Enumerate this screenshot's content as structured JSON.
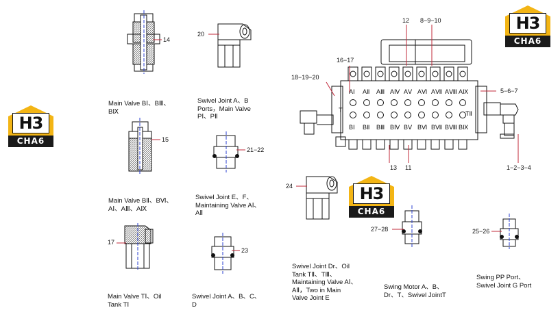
{
  "brand": {
    "logo_top": "H3",
    "logo_bottom": "CHA6",
    "colors": {
      "yellow": "#f3b515",
      "dark": "#1a1a1a",
      "axis": "#2a3fd1",
      "leader": "#c2283a"
    }
  },
  "parts": {
    "p14": {
      "number": "14",
      "caption": "Main Valve BⅠ、BⅢ、\nBⅨ"
    },
    "p15": {
      "number": "15",
      "caption": "Main Valve BⅡ、BⅥ、\nAⅠ、AⅢ、AⅨ"
    },
    "p17": {
      "number": "17",
      "caption": "Main Valve TⅠ、Oil\nTank TⅠ"
    },
    "p20": {
      "number": "20",
      "caption": "Swivel Joint A、B\nPorts，Main Valve\nPⅠ、PⅡ"
    },
    "p21": {
      "number": "21−22",
      "caption": "Swivel Joint E、F、\nMaintaining Valve AⅠ、\nAⅡ"
    },
    "p23": {
      "number": "23",
      "caption": "Swivel Joint A、B、C、\nD"
    },
    "p24": {
      "number": "24",
      "caption": "Swivel Joint Dr、Oil\nTank TⅡ、TⅢ、\nMaintaining Valve AⅠ、\nAⅡ，Two in Main\nValve Joint E"
    },
    "p27": {
      "number": "27−28",
      "caption": "Swing Motor A、B、\nDr、T、Swivel JointT"
    },
    "p25": {
      "number": "25−26",
      "caption": "Swing PP Port、\nSwivel Joint G Port"
    }
  },
  "valve": {
    "callouts": {
      "c12": "12",
      "c8": "8−9−10",
      "c16": "16−17",
      "c18": "18−19−20",
      "c5": "5−6−7",
      "c1": "1−2−3−4",
      "c13": "13",
      "c11": "11"
    },
    "top_ports": [
      "AⅠ",
      "AⅡ",
      "AⅢ",
      "AⅣ",
      "AⅤ",
      "AⅥ",
      "AⅦ",
      "AⅧ",
      "AⅨ"
    ],
    "bottom_ports": [
      "BⅠ",
      "BⅡ",
      "BⅢ",
      "BⅣ",
      "BⅤ",
      "BⅥ",
      "BⅦ",
      "BⅧ",
      "BⅨ"
    ],
    "left_t": "T",
    "right_t": "TⅡ"
  }
}
